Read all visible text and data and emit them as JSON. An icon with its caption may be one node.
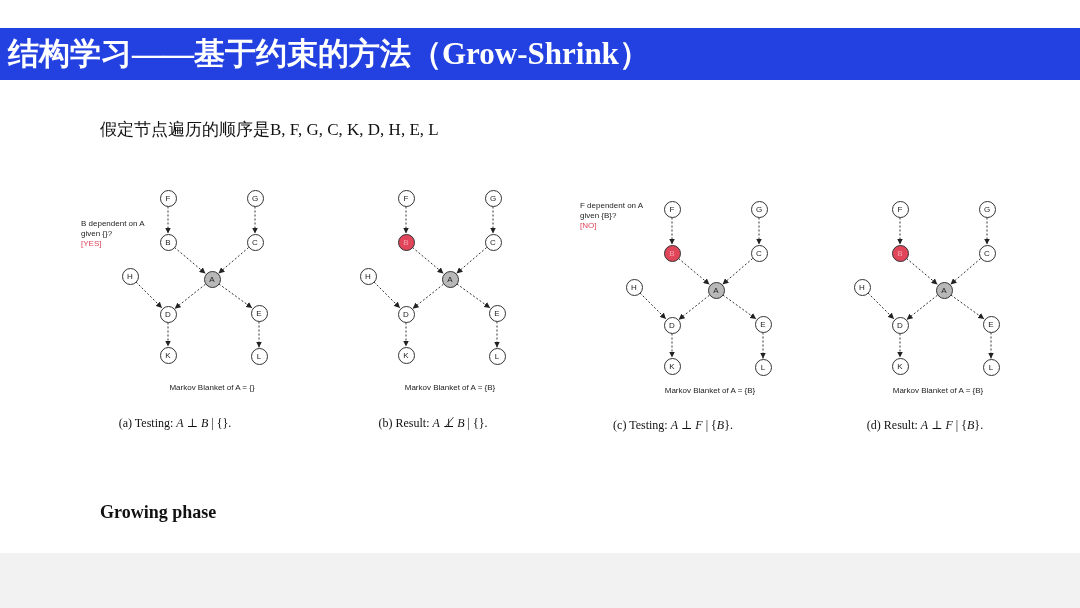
{
  "diagram": {
    "title": "结构学习——基于约束的方法（Grow-Shrink）",
    "nodes": [
      {
        "text": [
          "F"
        ]
      },
      {
        "text": [
          "G"
        ]
      },
      {
        "text": [
          "B"
        ]
      },
      {
        "text": [
          "C"
        ]
      },
      {
        "text": [
          "H"
        ]
      },
      {
        "text": [
          "A"
        ]
      },
      {
        "text": [
          "D"
        ]
      },
      {
        "text": [
          "E"
        ]
      },
      {
        "text": [
          "K"
        ]
      },
      {
        "text": [
          "L"
        ]
      },
      {
        "text": [
          "F"
        ]
      },
      {
        "text": [
          "G"
        ]
      },
      {
        "text": [
          "B"
        ]
      },
      {
        "text": [
          "C"
        ]
      },
      {
        "text": [
          "H"
        ]
      },
      {
        "text": [
          "A"
        ]
      },
      {
        "text": [
          "D"
        ]
      },
      {
        "text": [
          "E"
        ]
      },
      {
        "text": [
          "K"
        ]
      },
      {
        "text": [
          "L"
        ]
      },
      {
        "text": [
          "F"
        ]
      },
      {
        "text": [
          "G"
        ]
      },
      {
        "text": [
          "B"
        ]
      },
      {
        "text": [
          "C"
        ]
      },
      {
        "text": [
          "H"
        ]
      },
      {
        "text": [
          "A"
        ]
      },
      {
        "text": [
          "D"
        ]
      },
      {
        "text": [
          "E"
        ]
      },
      {
        "text": [
          "K"
        ]
      },
      {
        "text": [
          "L"
        ]
      },
      {
        "text": [
          "F"
        ]
      },
      {
        "text": [
          "G"
        ]
      },
      {
        "text": [
          "B"
        ]
      },
      {
        "text": [
          "C"
        ]
      },
      {
        "text": [
          "H"
        ]
      },
      {
        "text": [
          "A"
        ]
      },
      {
        "text": [
          "D"
        ]
      },
      {
        "text": [
          "E"
        ]
      },
      {
        "text": [
          "K"
        ]
      },
      {
        "text": [
          "L"
        ]
      }
    ],
    "edges": [
      {
        "from": 0,
        "to": 2,
        "arrow": "to"
      },
      {
        "from": 1,
        "to": 3,
        "arrow": "to"
      },
      {
        "from": 2,
        "to": 5,
        "arrow": "to"
      },
      {
        "from": 3,
        "to": 5,
        "arrow": "to"
      },
      {
        "from": 4,
        "to": 6,
        "arrow": "to"
      },
      {
        "from": 5,
        "to": 6,
        "arrow": "to"
      },
      {
        "from": 5,
        "to": 7,
        "arrow": "to"
      },
      {
        "from": 6,
        "to": 8,
        "arrow": "to"
      },
      {
        "from": 7,
        "to": 9,
        "arrow": "to"
      },
      {
        "from": 10,
        "to": 12,
        "arrow": "to"
      },
      {
        "from": 11,
        "to": 13,
        "arrow": "to"
      },
      {
        "from": 12,
        "to": 15,
        "arrow": "to"
      },
      {
        "from": 13,
        "to": 15,
        "arrow": "to"
      },
      {
        "from": 14,
        "to": 16,
        "arrow": "to"
      },
      {
        "from": 15,
        "to": 16,
        "arrow": "to"
      },
      {
        "from": 15,
        "to": 17,
        "arrow": "to"
      },
      {
        "from": 16,
        "to": 18,
        "arrow": "to"
      },
      {
        "from": 17,
        "to": 19,
        "arrow": "to"
      },
      {
        "from": 20,
        "to": 22,
        "arrow": "to"
      },
      {
        "from": 21,
        "to": 23,
        "arrow": "to"
      },
      {
        "from": 22,
        "to": 25,
        "arrow": "to"
      },
      {
        "from": 23,
        "to": 25,
        "arrow": "to"
      },
      {
        "from": 24,
        "to": 26,
        "arrow": "to"
      },
      {
        "from": 25,
        "to": 26,
        "arrow": "to"
      },
      {
        "from": 25,
        "to": 27,
        "arrow": "to"
      },
      {
        "from": 26,
        "to": 28,
        "arrow": "to"
      },
      {
        "from": 27,
        "to": 29,
        "arrow": "to"
      },
      {
        "from": 30,
        "to": 32,
        "arrow": "to"
      },
      {
        "from": 31,
        "to": 33,
        "arrow": "to"
      },
      {
        "from": 32,
        "to": 35,
        "arrow": "to"
      },
      {
        "from": 33,
        "to": 35,
        "arrow": "to"
      },
      {
        "from": 34,
        "to": 36,
        "arrow": "to"
      },
      {
        "from": 35,
        "to": 36,
        "arrow": "to"
      },
      {
        "from": 35,
        "to": 37,
        "arrow": "to"
      },
      {
        "from": 36,
        "to": 38,
        "arrow": "to"
      },
      {
        "from": 37,
        "to": 39,
        "arrow": "to"
      }
    ],
    "labels": [
      "假定节点遍历的顺序是B, F, G, C, K, D, H, E, L",
      "B dependent on A given {}?",
      "[YES]",
      "F dependent on A given {B}?",
      "[NO]",
      "Markov Blanket of A = {}",
      "Markov Blanket of A = {B}",
      "Markov Blanket of A = {B}",
      "Markov Blanket of A = {B}",
      "(a) Testing: *A* ⊥ *B* | {}.",
      "(b) Result: *A* ⊥̸ *B* | {}.",
      "(c) Testing: *A* ⊥ *F* | {*B*}.",
      "(d) Result: *A* ⊥ *F* | {*B*}.",
      "Growing phase"
    ]
  }
}
